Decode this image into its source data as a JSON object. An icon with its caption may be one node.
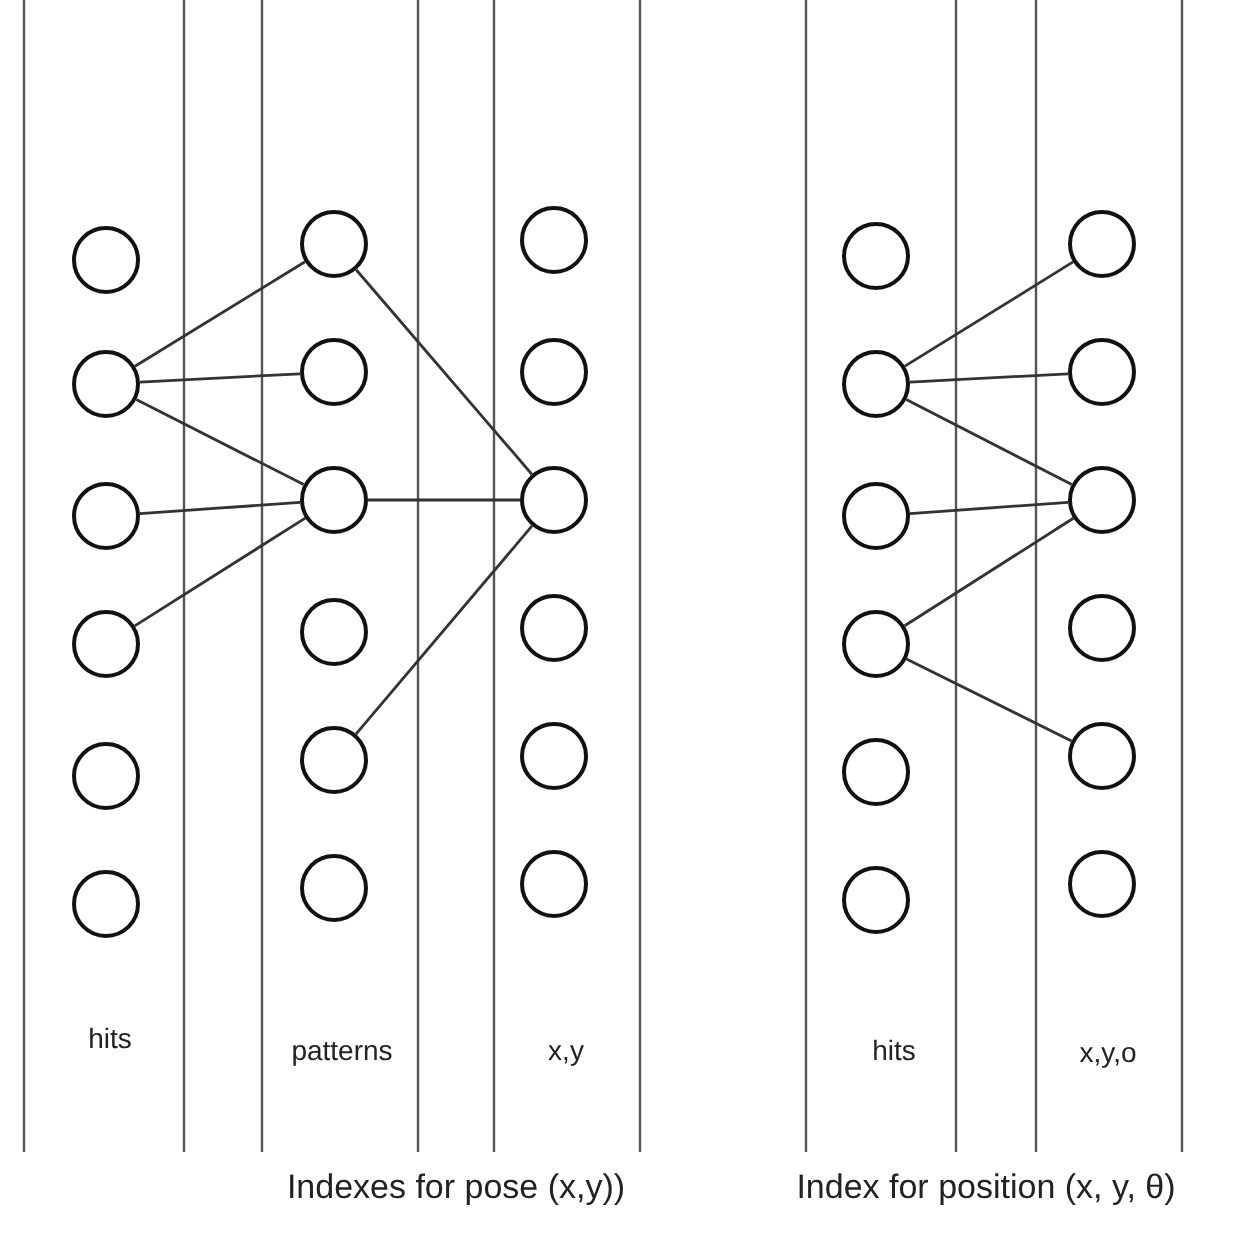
{
  "diagram": {
    "nodes": [
      {
        "text": [],
        "shape": "circle"
      },
      {
        "text": [],
        "shape": "circle"
      },
      {
        "text": [],
        "shape": "circle"
      },
      {
        "text": [],
        "shape": "circle"
      },
      {
        "text": [],
        "shape": "circle"
      },
      {
        "text": [],
        "shape": "circle"
      },
      {
        "text": [],
        "shape": "circle"
      },
      {
        "text": [],
        "shape": "circle"
      },
      {
        "text": [],
        "shape": "circle"
      },
      {
        "text": [],
        "shape": "circle"
      },
      {
        "text": [],
        "shape": "circle"
      },
      {
        "text": [],
        "shape": "circle"
      },
      {
        "text": [],
        "shape": "circle"
      },
      {
        "text": [],
        "shape": "circle"
      },
      {
        "text": [],
        "shape": "circle"
      },
      {
        "text": [],
        "shape": "circle"
      },
      {
        "text": [],
        "shape": "circle"
      },
      {
        "text": [],
        "shape": "circle"
      },
      {
        "text": [],
        "shape": "circle"
      },
      {
        "text": [],
        "shape": "circle"
      },
      {
        "text": [],
        "shape": "circle"
      },
      {
        "text": [],
        "shape": "circle"
      },
      {
        "text": [],
        "shape": "circle"
      },
      {
        "text": [],
        "shape": "circle"
      },
      {
        "text": [],
        "shape": "circle"
      },
      {
        "text": [],
        "shape": "circle"
      },
      {
        "text": [],
        "shape": "circle"
      },
      {
        "text": [],
        "shape": "circle"
      },
      {
        "text": [],
        "shape": "circle"
      },
      {
        "text": [],
        "shape": "circle"
      }
    ],
    "edges": [
      {
        "from": 1,
        "to": 6,
        "arrow": "none"
      },
      {
        "from": 1,
        "to": 7,
        "arrow": "none"
      },
      {
        "from": 1,
        "to": 8,
        "arrow": "none"
      },
      {
        "from": 2,
        "to": 8,
        "arrow": "none"
      },
      {
        "from": 3,
        "to": 8,
        "arrow": "none"
      },
      {
        "from": 6,
        "to": 14,
        "arrow": "none"
      },
      {
        "from": 8,
        "to": 14,
        "arrow": "none"
      },
      {
        "from": 10,
        "to": 14,
        "arrow": "none"
      },
      {
        "from": 19,
        "to": 24,
        "arrow": "none"
      },
      {
        "from": 19,
        "to": 25,
        "arrow": "none"
      },
      {
        "from": 19,
        "to": 26,
        "arrow": "none"
      },
      {
        "from": 20,
        "to": 26,
        "arrow": "none"
      },
      {
        "from": 21,
        "to": 26,
        "arrow": "none"
      },
      {
        "from": 21,
        "to": 28,
        "arrow": "none"
      }
    ],
    "labels": [
      "hits",
      "patterns",
      "x,y",
      "hits",
      "x,y,o",
      "Indexes for pose (x,y))",
      "Index for position (x, y, θ)"
    ]
  }
}
